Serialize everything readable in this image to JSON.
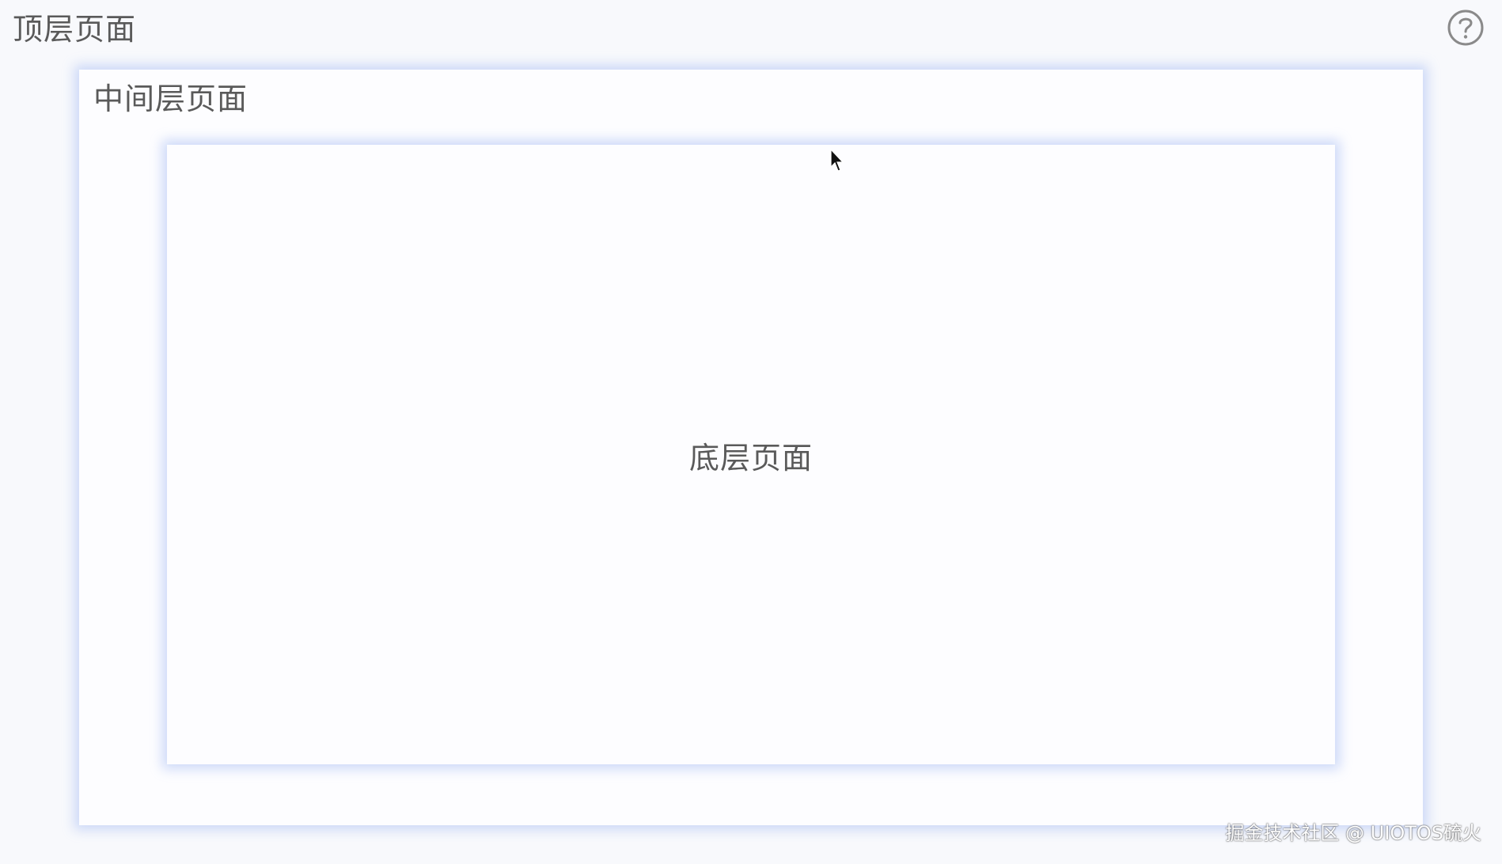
{
  "top": {
    "title": "顶层页面",
    "help_icon": "question-circle-icon"
  },
  "middle": {
    "title": "中间层页面"
  },
  "bottom": {
    "title": "底层页面"
  },
  "watermark": "掘金技术社区 @ UIOTOS硫火",
  "colors": {
    "background": "#f8f9fc",
    "panel": "#fdfdff",
    "shadow": "#becdf5",
    "text": "#5a5a5a",
    "icon": "#8a8a8a"
  }
}
